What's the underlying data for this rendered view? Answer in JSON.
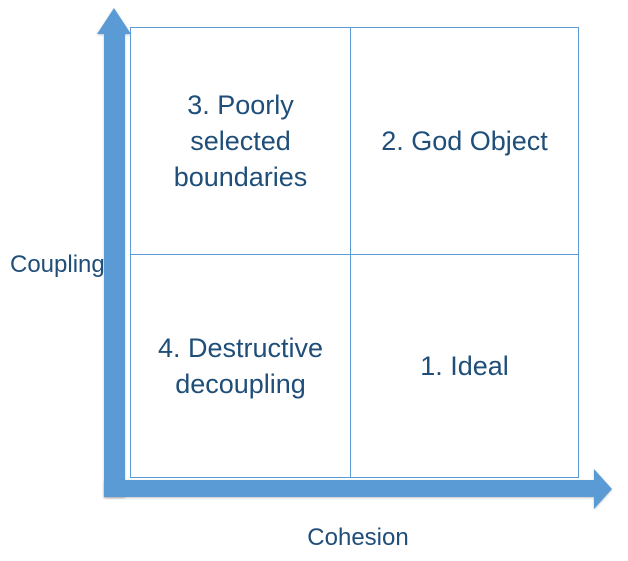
{
  "diagram": {
    "type": "quadrant-matrix",
    "axes": {
      "y": {
        "label": "Coupling",
        "direction": "up"
      },
      "x": {
        "label": "Cohesion",
        "direction": "right"
      }
    },
    "quadrants": [
      {
        "position": "top-left",
        "label": "3. Poorly selected boundaries",
        "lines": [
          "3. Poorly",
          "selected",
          "boundaries"
        ]
      },
      {
        "position": "top-right",
        "label": "2. God Object",
        "lines": [
          "2. God Object"
        ]
      },
      {
        "position": "bottom-left",
        "label": "4. Destructive decoupling",
        "lines": [
          "4. Destructive",
          "decoupling"
        ]
      },
      {
        "position": "bottom-right",
        "label": "1. Ideal",
        "lines": [
          "1. Ideal"
        ]
      }
    ],
    "colors": {
      "axis_arrow": "#5B9BD5",
      "grid_line": "#5B9BD5",
      "text": "#1F4E79",
      "background": "#FFFFFF"
    }
  }
}
